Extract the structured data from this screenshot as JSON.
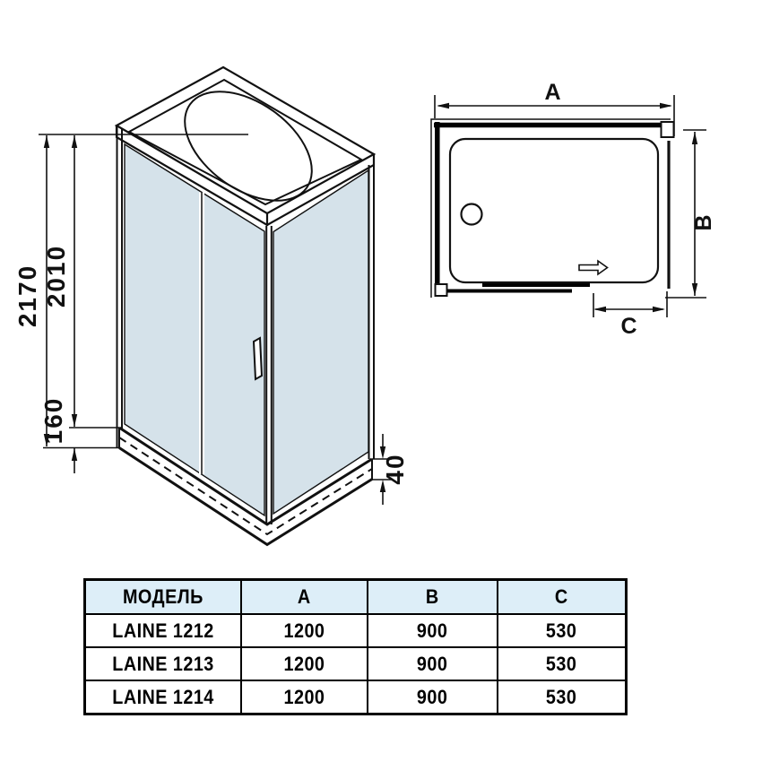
{
  "colors": {
    "line": "#111111",
    "glass": "#d5e2ea",
    "table_header_bg": "#ddeef8",
    "background": "#ffffff"
  },
  "iso_view": {
    "dim_total_height": "2170",
    "dim_cabin_height": "2010",
    "dim_tray_height": "160",
    "dim_skirt_height": "40"
  },
  "plan_view": {
    "dim_width_label": "A",
    "dim_depth_label": "B",
    "dim_door_label": "C"
  },
  "table": {
    "headers": [
      "МОДЕЛЬ",
      "A",
      "B",
      "C"
    ],
    "rows": [
      {
        "model": "LAINE 1212",
        "a": "1200",
        "b": "900",
        "c": "530"
      },
      {
        "model": "LAINE 1213",
        "a": "1200",
        "b": "900",
        "c": "530"
      },
      {
        "model": "LAINE 1214",
        "a": "1200",
        "b": "900",
        "c": "530"
      }
    ]
  }
}
